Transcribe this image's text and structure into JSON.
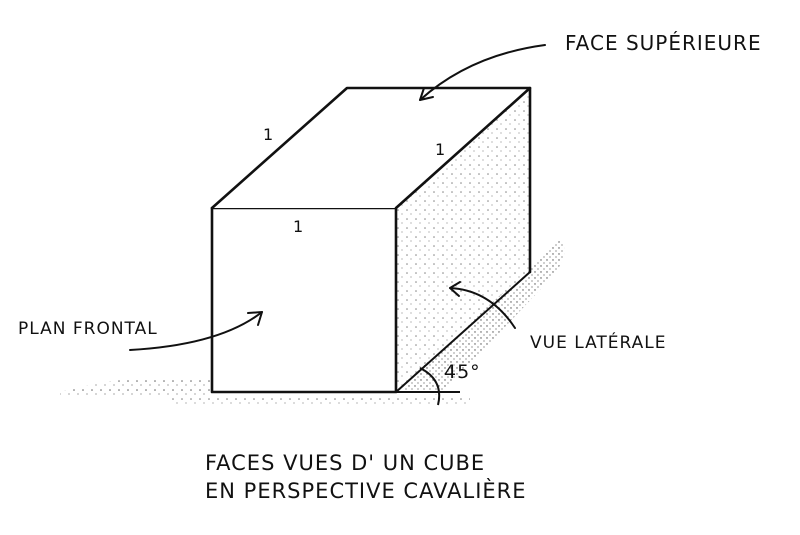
{
  "diagram": {
    "type": "cavalier-perspective-cube-sketch",
    "labels": {
      "top_face": "FACE SUPÉRIEURE",
      "front_face": "PLAN FRONTAL",
      "side_face": "VUE LATÉRALE",
      "angle": "45°",
      "edge_front": "1",
      "edge_depth_left": "1",
      "edge_depth_right": "1"
    },
    "caption": {
      "line1": "FACES VUES D' UN CUBE",
      "line2": "EN PERSPECTIVE CAVALIÈRE"
    },
    "colors": {
      "ink": "#111111",
      "background": "#ffffff"
    }
  }
}
